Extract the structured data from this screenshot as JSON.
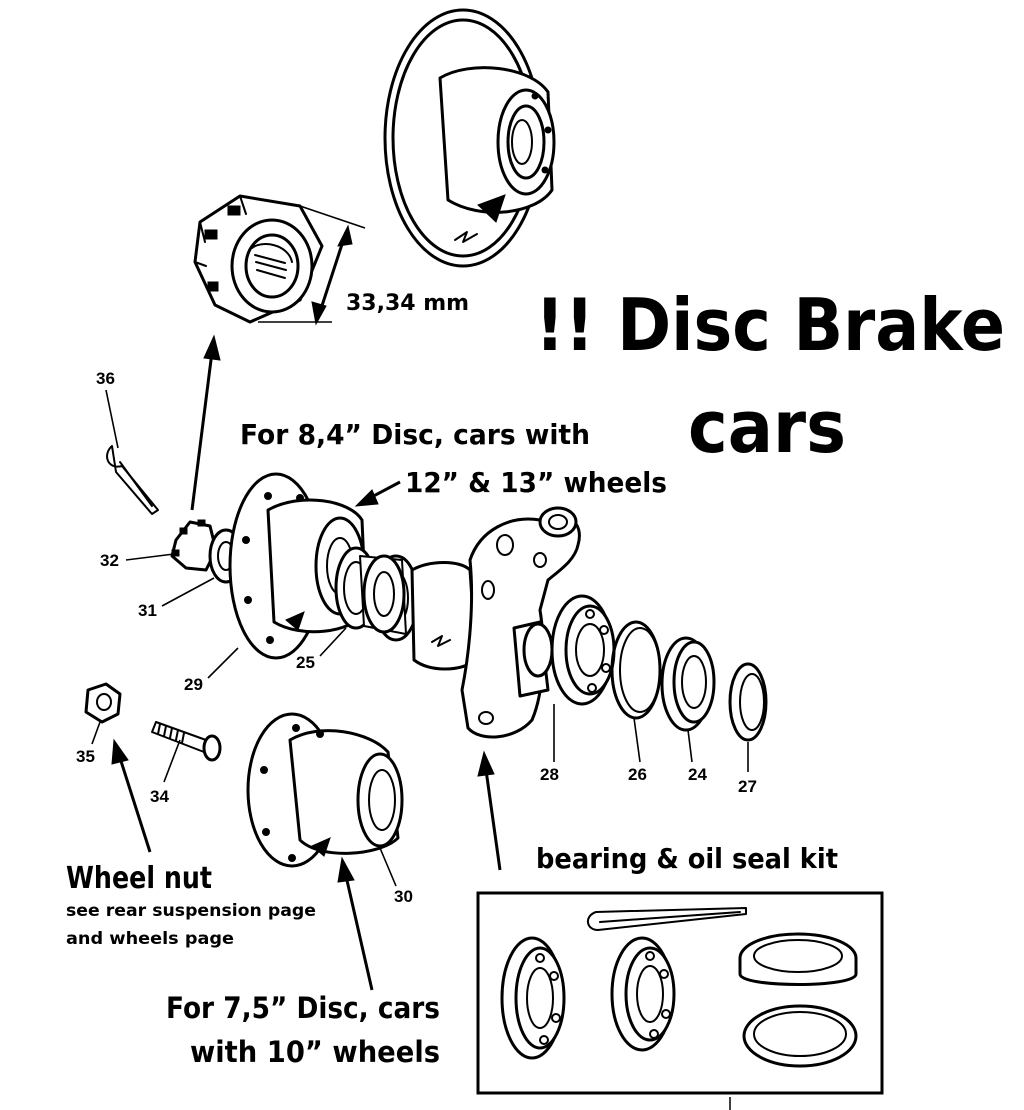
{
  "title": {
    "line1": "!! Disc Brake",
    "line2": "cars"
  },
  "dimension_label": "33,34 mm",
  "notes": {
    "disc_84_line1": "For 8,4” Disc, cars with",
    "disc_84_line2": "12” & 13”  wheels",
    "wheel_nut_title": "Wheel nut",
    "wheel_nut_sub1": "see rear suspension page",
    "wheel_nut_sub2": "and wheels page",
    "disc_75_line1": "For 7,5” Disc, cars",
    "disc_75_line2": "with 10” wheels",
    "kit_title": "bearing & oil seal kit"
  },
  "part_numbers": {
    "p36": "36",
    "p32": "32",
    "p31": "31",
    "p29": "29",
    "p25": "25",
    "p35": "35",
    "p34": "34",
    "p30": "30",
    "p28": "28",
    "p26": "26",
    "p24": "24",
    "p27": "27"
  },
  "icons": [
    "brake-disc",
    "castellated-hub-nut",
    "split-pin",
    "hub-flange",
    "wheel-bearing",
    "stub-axle-swivel-hub",
    "circlip",
    "oil-seal",
    "wheel-nut",
    "wheel-stud"
  ]
}
